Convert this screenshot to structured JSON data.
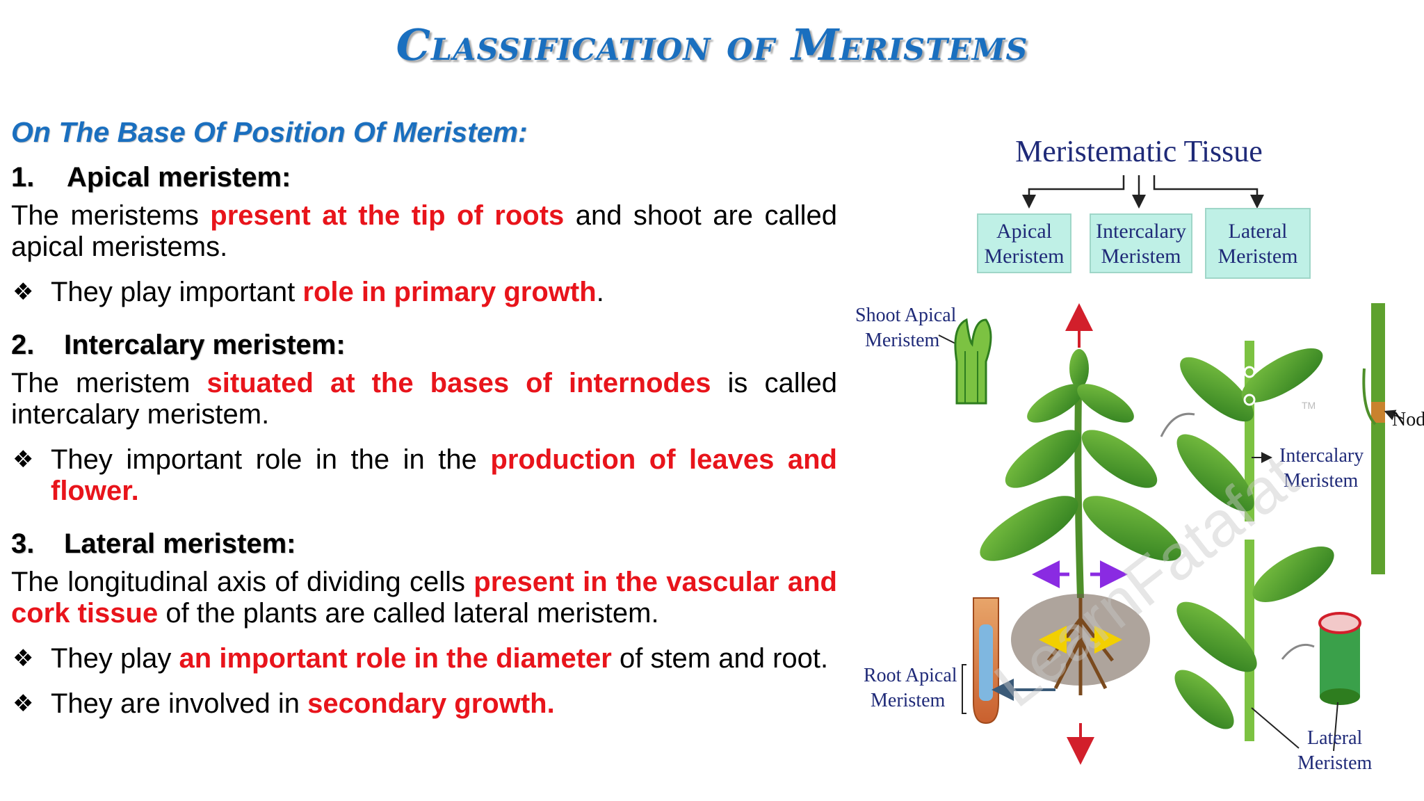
{
  "title": "Classification of Meristems",
  "subtitle": "On The Base Of Position Of Meristem:",
  "sections": [
    {
      "number": "1.",
      "heading": "Apical meristem:",
      "para": {
        "pre": "The meristems ",
        "hl": "present at the tip of roots",
        "post": " and shoot are called apical meristems."
      },
      "bullets": [
        {
          "pre": "They play important ",
          "hl": "role in primary growth",
          "post": "."
        }
      ]
    },
    {
      "number": "2.",
      "heading": "Intercalary meristem:",
      "para": {
        "pre": "The meristem ",
        "hl": "situated at the bases of internodes",
        "post": " is called intercalary meristem."
      },
      "bullets": [
        {
          "pre": "They important role in the in the ",
          "hl": "production of leaves and flower.",
          "post": ""
        }
      ]
    },
    {
      "number": "3.",
      "heading": "Lateral meristem:",
      "para": {
        "pre": "The longitudinal axis of dividing cells ",
        "hl": "present in the vascular and cork tissue",
        "post": " of the plants are called lateral meristem."
      },
      "bullets": [
        {
          "pre": "They play ",
          "hl": "an important role in the diameter",
          "post": " of stem and root."
        },
        {
          "pre": "They are involved in ",
          "hl": "secondary growth.",
          "post": ""
        }
      ]
    }
  ],
  "bullet_symbol": "❖",
  "diagram": {
    "title": "Meristematic Tissue",
    "boxes": [
      {
        "line1": "Apical",
        "line2": "Meristem"
      },
      {
        "line1": "Intercalary",
        "line2": "Meristem"
      },
      {
        "line1": "Lateral",
        "line2": "Meristem"
      }
    ],
    "labels": {
      "shoot_apical_1": "Shoot Apical",
      "shoot_apical_2": "Meristem",
      "root_apical_1": "Root Apical",
      "root_apical_2": "Meristem",
      "intercalary_1": "Intercalary",
      "intercalary_2": "Meristem",
      "lateral_1": "Lateral",
      "lateral_2": "Meristem",
      "node": "Node"
    },
    "watermark": "LearnFatafat",
    "trademark": "TM"
  },
  "colors": {
    "title_blue": "#1a6fbf",
    "highlight_red": "#e8141b",
    "box_fill": "#bff0e6",
    "label_navy": "#1f2a78"
  }
}
